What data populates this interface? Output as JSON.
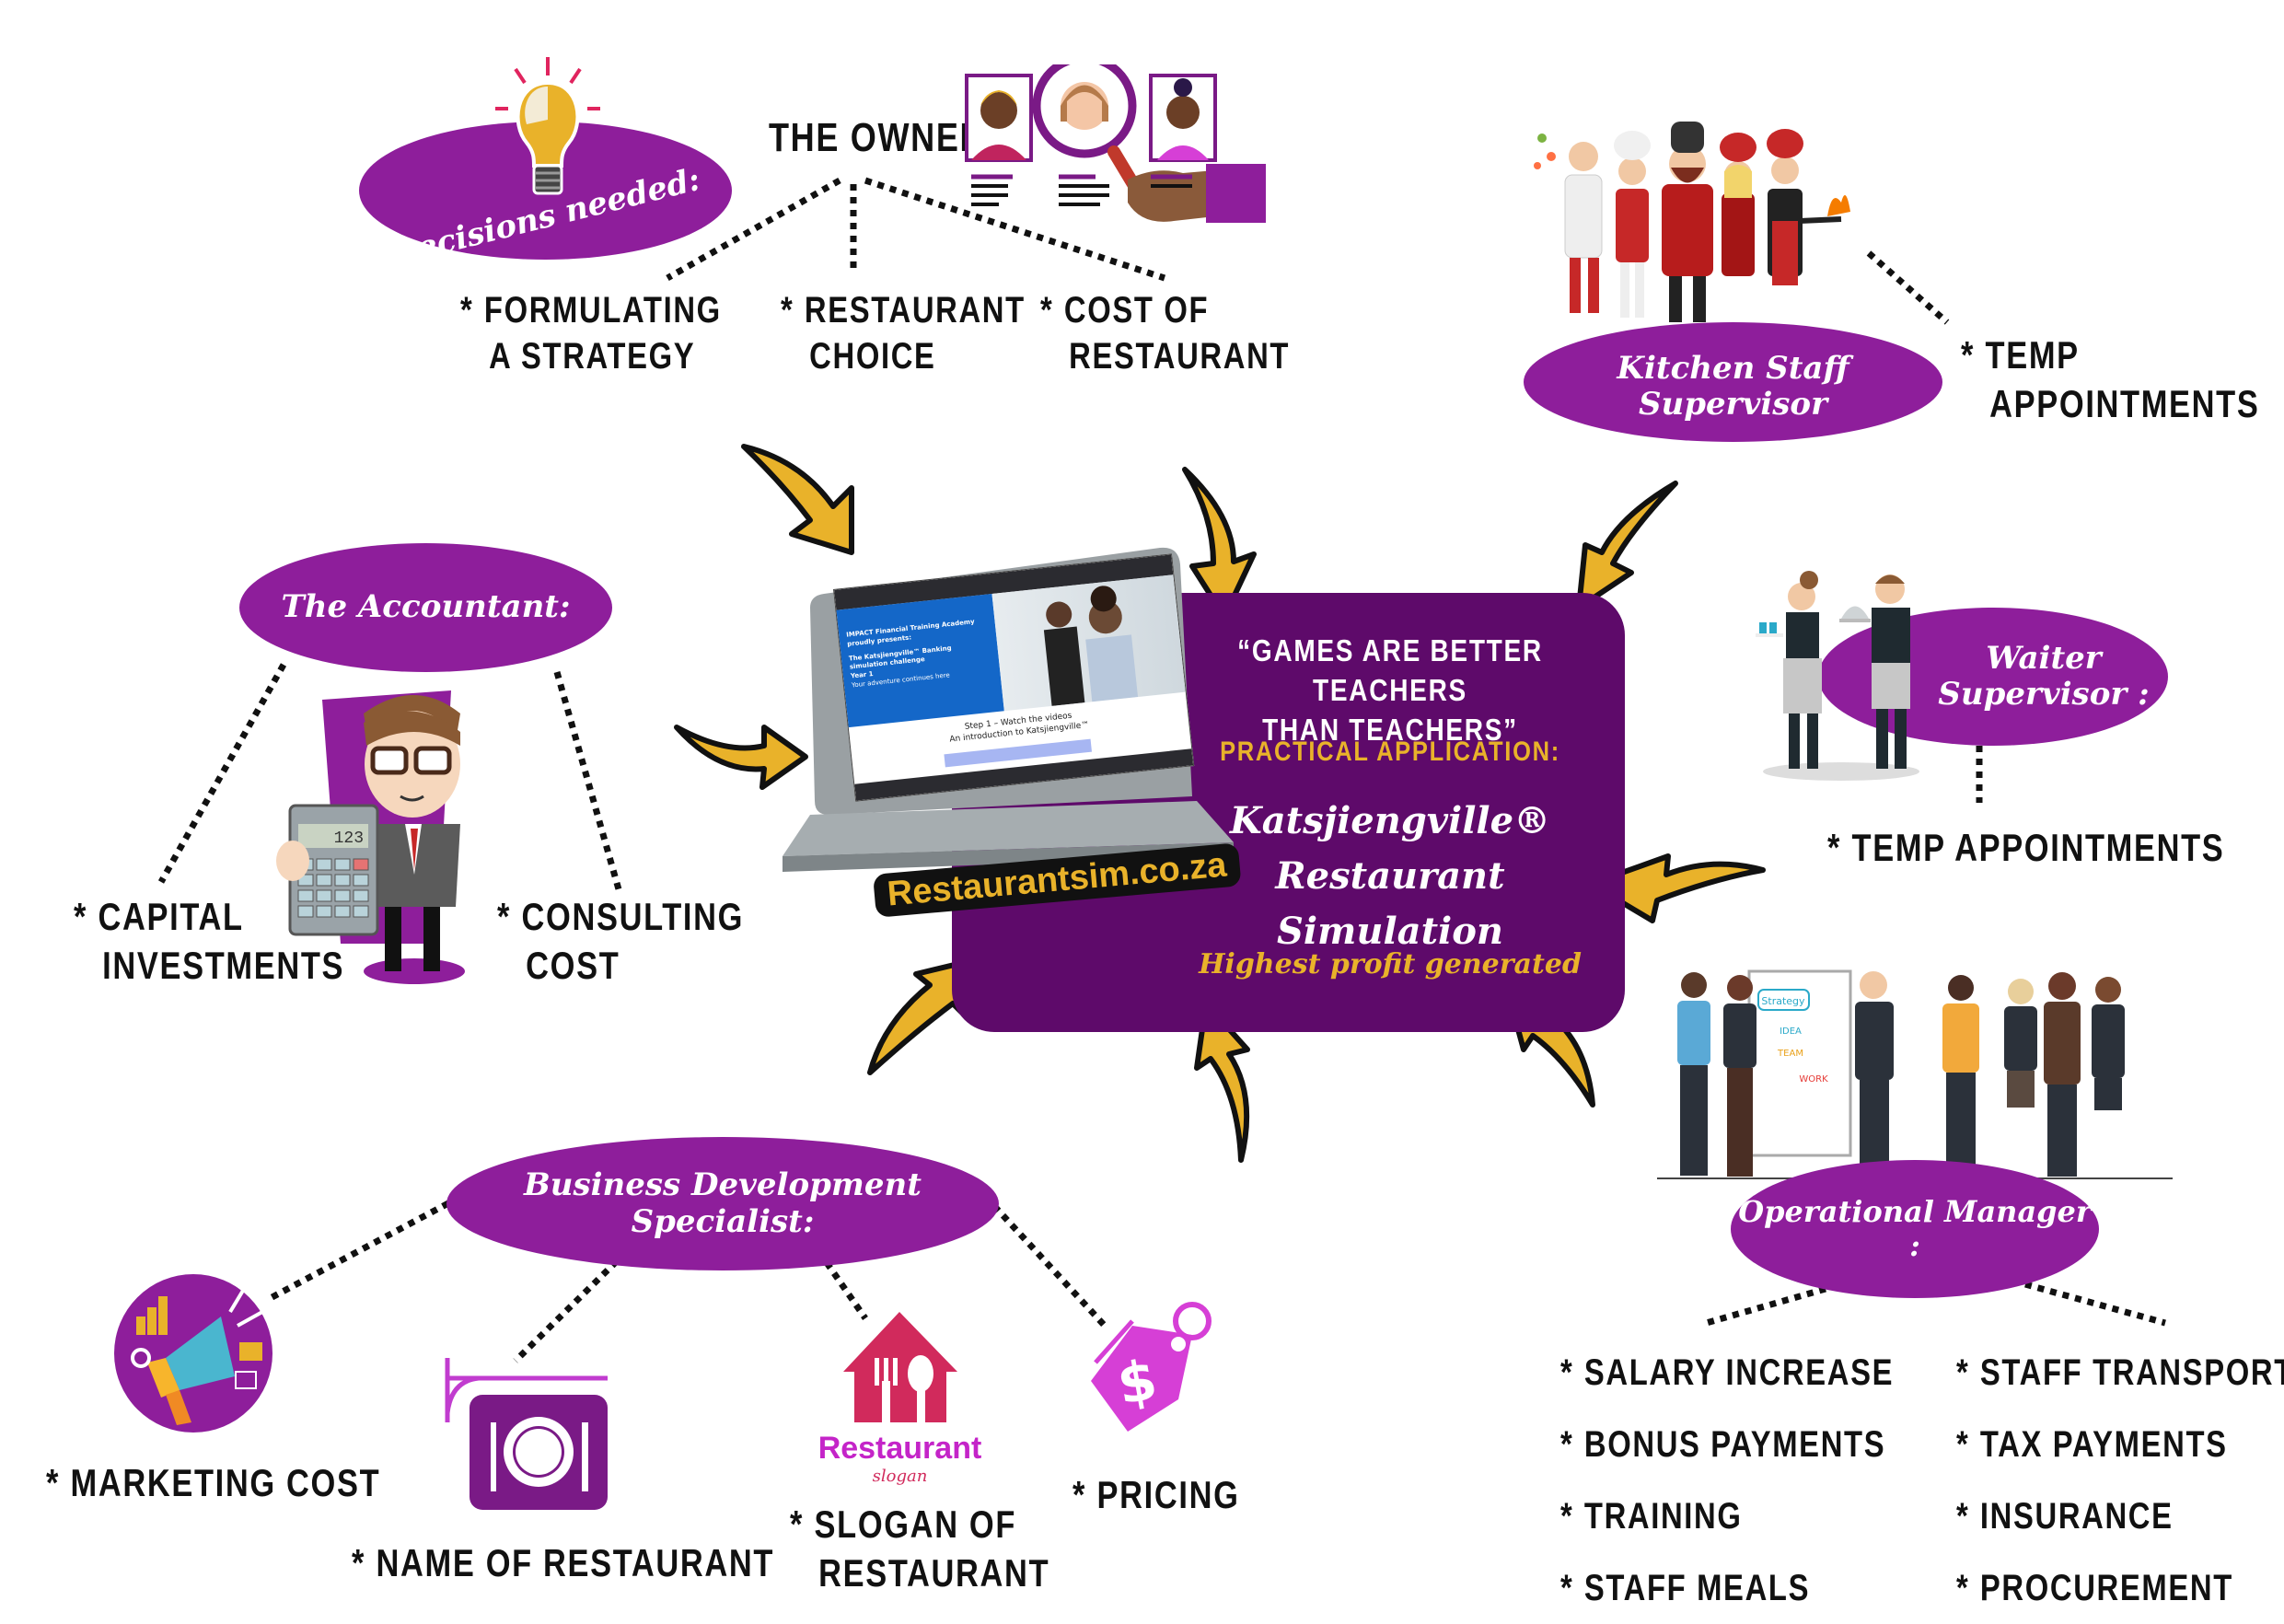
{
  "colors": {
    "purple": "#8e1e9b",
    "dark_purple": "#5e0a6a",
    "gold": "#e9b22a",
    "magenta": "#d63fd6",
    "crimson": "#d12a5c",
    "ink": "#111111"
  },
  "owner": {
    "title": "THE OWNER:",
    "bubble": "Decisions needed:",
    "items": [
      "FORMULATING A STRATEGY",
      "RESTAURANT CHOICE",
      "COST OF RESTAURANT"
    ],
    "item_lines": [
      [
        "FORMULATING",
        "A STRATEGY"
      ],
      [
        "RESTAURANT",
        "CHOICE"
      ],
      [
        "COST OF",
        "RESTAURANT"
      ]
    ]
  },
  "kitchen": {
    "bubble": "Kitchen Staff Supervisor",
    "items": [
      [
        "TEMP",
        "APPOINTMENTS"
      ]
    ]
  },
  "accountant": {
    "bubble": "The Accountant:",
    "calculator_display": "123",
    "items": [
      [
        "CAPITAL",
        "INVESTMENTS"
      ],
      [
        "CONSULTING",
        "COST"
      ]
    ]
  },
  "waiter": {
    "bubble_line1": "Waiter",
    "bubble_line2": "Supervisor :",
    "items": [
      "TEMP APPOINTMENTS"
    ]
  },
  "center": {
    "quote_line1": "“GAMES ARE BETTER TEACHERS",
    "quote_line2": "THAN TEACHERS”",
    "practical": "PRACTICAL APPLICATION:",
    "sim_line1": "Katsjiengville®",
    "sim_line2": "Restaurant Simulation",
    "goal": "Highest profit generated",
    "url": "Restaurantsim.co.za"
  },
  "laptop": {
    "headline": "IMPACT Financial Training Academy proudly presents:",
    "subhead": "The Katsjiengville™ Banking simulation challenge",
    "year": "Year 1",
    "tagline": "Your adventure continues here",
    "step_line1": "Step 1 – Watch the videos",
    "step_line2": "An introduction to Katsjiengville™"
  },
  "operations": {
    "bubble": "Operational Manager :",
    "flipchart": [
      "Strategy",
      "IDEA",
      "TEAM",
      "WORK"
    ],
    "left_items": [
      "SALARY INCREASE",
      "BONUS PAYMENTS",
      "TRAINING",
      "STAFF MEALS"
    ],
    "right_items": [
      "STAFF TRANSPORT",
      "TAX PAYMENTS",
      "INSURANCE",
      "PROCUREMENT"
    ]
  },
  "business": {
    "bubble": "Business Development Specialist:",
    "logo_word": "Restaurant",
    "logo_slogan": "slogan",
    "items": {
      "marketing": "MARKETING COST",
      "name": "NAME OF RESTAURANT",
      "slogan_l1": "SLOGAN OF",
      "slogan_l2": "RESTAURANT",
      "pricing": "PRICING"
    }
  },
  "bullet": "*"
}
